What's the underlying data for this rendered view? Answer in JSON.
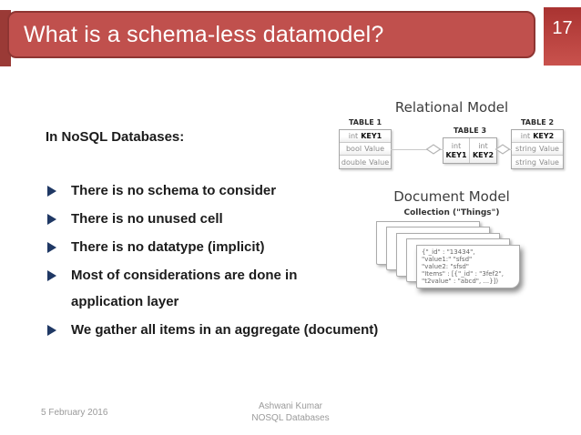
{
  "slide": {
    "title": "What is a schema-less datamodel?",
    "slide_number": "17",
    "intro": "In NoSQL Databases:",
    "bullets": [
      "There is no schema to consider",
      "There is no unused cell",
      "There is no datatype (implicit)",
      "Most of considerations are done in\napplication layer",
      "We gather all items in an aggregate (document)"
    ],
    "footer": {
      "date": "5 February 2016",
      "author": "Ashwani Kumar",
      "course": "NOSQL Databases"
    }
  },
  "diagram": {
    "relational": {
      "title": "Relational Model",
      "table1": {
        "name": "TABLE 1",
        "rows": [
          {
            "type": "int",
            "value": "KEY1"
          },
          {
            "type": "bool",
            "value": "Value"
          },
          {
            "type": "double",
            "value": "Value"
          }
        ]
      },
      "table3": {
        "name": "TABLE 3",
        "cells": [
          {
            "type": "int",
            "value": "KEY1"
          },
          {
            "type": "int",
            "value": "KEY2"
          }
        ]
      },
      "table2": {
        "name": "TABLE 2",
        "rows": [
          {
            "type": "int",
            "value": "KEY2"
          },
          {
            "type": "string",
            "value": "Value"
          },
          {
            "type": "string",
            "value": "Value"
          }
        ]
      }
    },
    "document": {
      "title": "Document Model",
      "collection_label": "Collection (\"Things\")",
      "json_lines": [
        "{\"_id\" : \"13434\",",
        "\"value1:\" \"sfsd\"",
        "\"value2: \"sfsd\"",
        "\"Items\" : [{\"_id\" : \"3fef2\",",
        "\"t2value\" : \"abcd\", ...}])"
      ]
    }
  },
  "colors": {
    "title_bar_fill": "#C0504D",
    "title_bar_border": "#8E3532",
    "accent_strip": "#9A3A36",
    "slide_number_top": "#A93331",
    "slide_number_bottom": "#C9524D",
    "bullet_triangle": "#1F3864",
    "body_text": "#1B1B1B",
    "footer_text": "#9A9A9A",
    "diagram_text": "#3D3D3D"
  }
}
